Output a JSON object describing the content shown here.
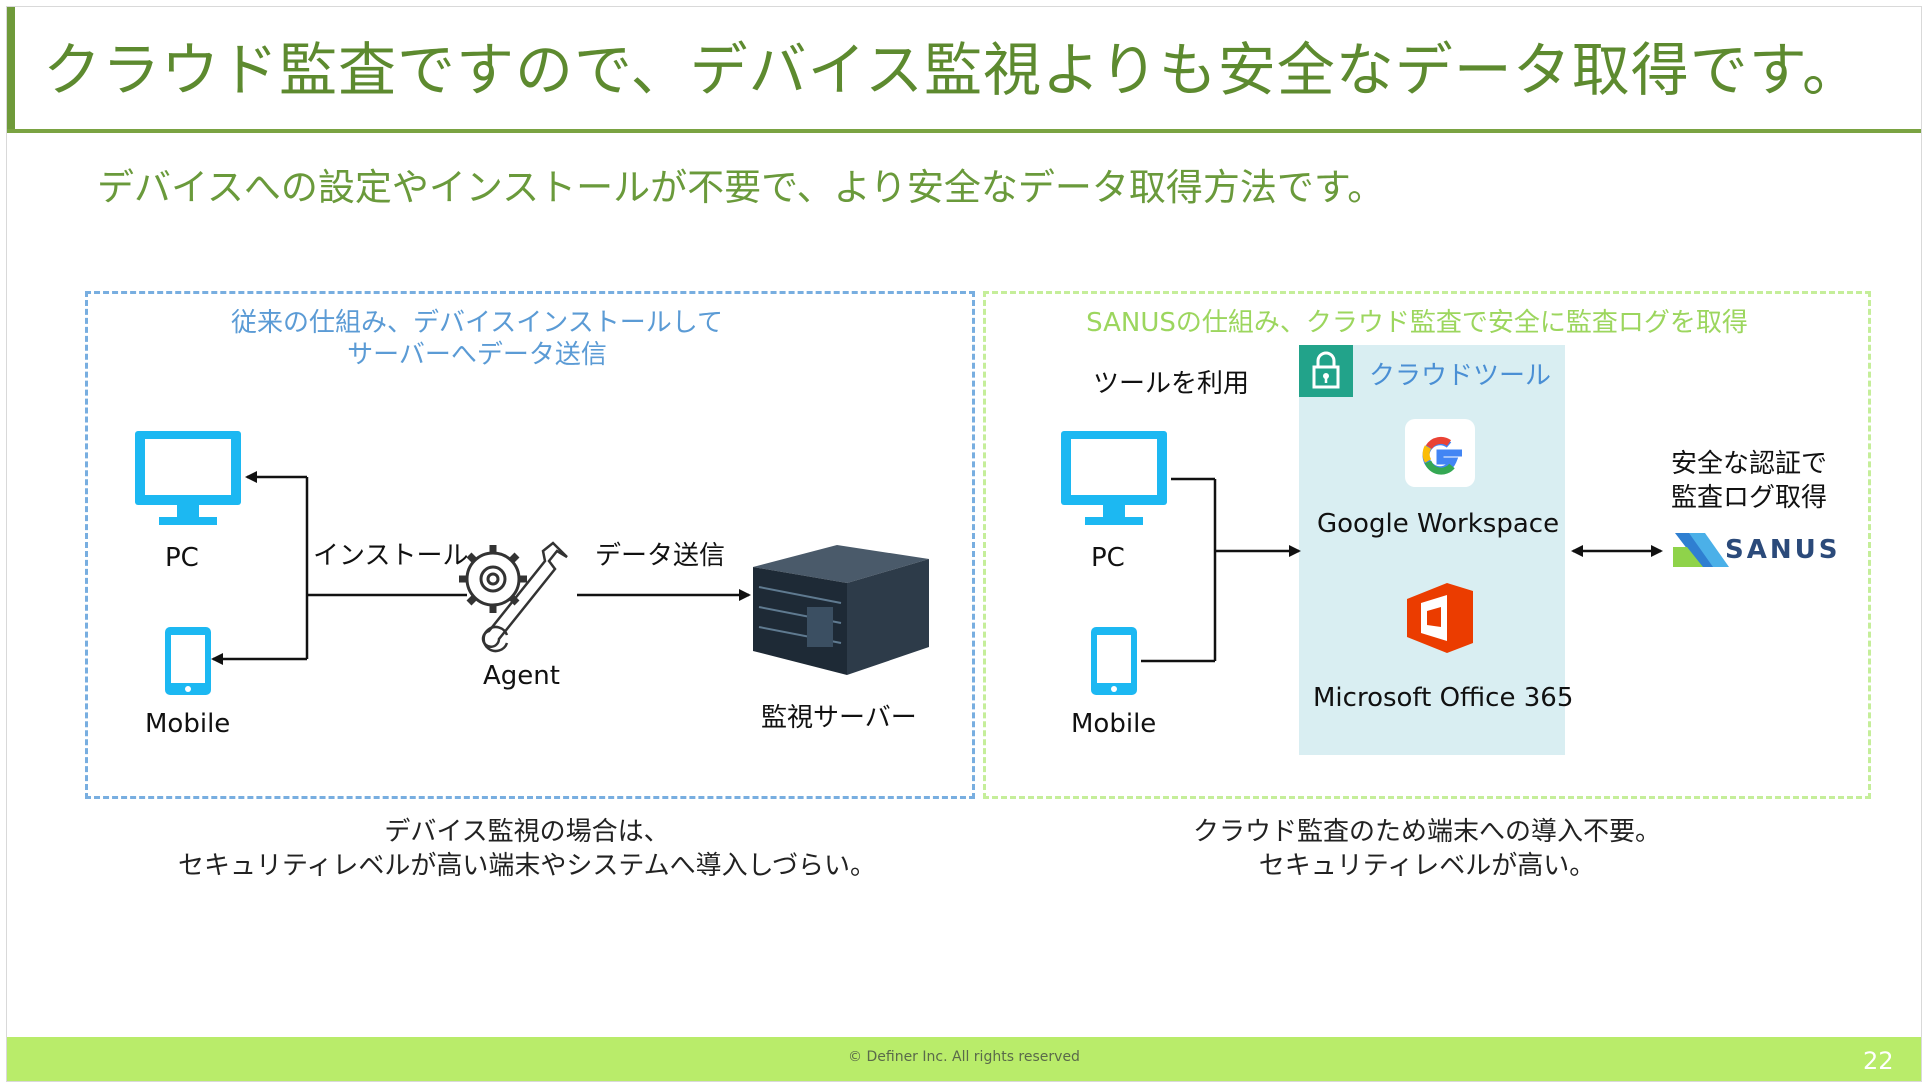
{
  "slide": {
    "title": "クラウド監査ですので、デバイス監視よりも安全なデータ取得です。",
    "subtitle": "デバイスへの設定やインストールが不要で、より安全なデータ取得方法です。",
    "page_number": "22",
    "copyright": "Definer Inc. All rights reserved"
  },
  "left": {
    "title_line1": "従来の仕組み、デバイスインストールして",
    "title_line2": "サーバーへデータ送信",
    "pc_label": "PC",
    "mobile_label": "Mobile",
    "install_label": "インストール",
    "agent_label": "Agent",
    "send_label": "データ送信",
    "server_label": "監視サーバー",
    "caption_line1": "デバイス監視の場合は、",
    "caption_line2": "セキュリティレベルが高い端末やシステムへ導入しづらい。"
  },
  "right": {
    "title": "SANUSの仕組み、クラウド監査で安全に監査ログを取得",
    "tool_use_label": "ツールを利用",
    "cloud_tool_label": "クラウドツール",
    "pc_label": "PC",
    "mobile_label": "Mobile",
    "google_label": "Google Workspace",
    "office_label": "Microsoft Office 365",
    "auth_line1": "安全な認証で",
    "auth_line2": "監査ログ取得",
    "sanus_logo_text": "SANUS",
    "caption_line1": "クラウド監査のため端末への導入不要。",
    "caption_line2": "セキュリティレベルが高い。"
  },
  "colors": {
    "title_green": "#5d8a2f",
    "monitor_blue": "#1cb8f2",
    "left_box": "#78aee0",
    "right_box": "#c5ee9a",
    "footer_green": "#b9ec6a",
    "cloud_panel": "#d9eef2",
    "lock_teal": "#22a38a",
    "office_orange": "#eb3c00"
  },
  "icons": [
    "pc-monitor-icon",
    "mobile-phone-icon",
    "gear-wrench-icon",
    "server-icon",
    "lock-icon",
    "google-g-icon",
    "office-icon",
    "sanus-logo",
    "copyright-icon"
  ]
}
